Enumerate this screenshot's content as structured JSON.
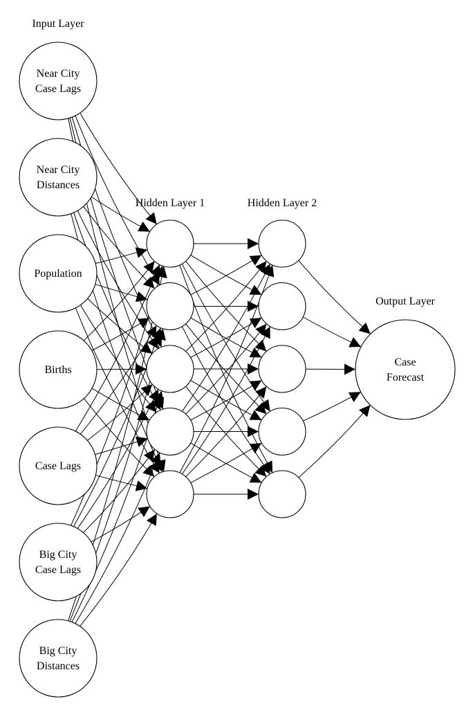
{
  "layers": {
    "input": {
      "label": "Input Layer",
      "nodes": [
        [
          "Near City",
          "Case Lags"
        ],
        [
          "Near City",
          "Distances"
        ],
        [
          "Population"
        ],
        [
          "Births"
        ],
        [
          "Case Lags"
        ],
        [
          "Big City",
          "Case Lags"
        ],
        [
          "Big City",
          "Distances"
        ]
      ]
    },
    "hidden1": {
      "label": "Hidden Layer 1",
      "node_count": 5
    },
    "hidden2": {
      "label": "Hidden Layer 2",
      "node_count": 5
    },
    "output": {
      "label": "Output Layer",
      "nodes": [
        [
          "Case",
          "Forecast"
        ]
      ]
    }
  },
  "connections": {
    "input_to_hidden1": "fully-connected",
    "hidden1_to_hidden2": "fully-connected",
    "hidden2_to_output": "fully-connected",
    "arrowheads": "filled"
  }
}
